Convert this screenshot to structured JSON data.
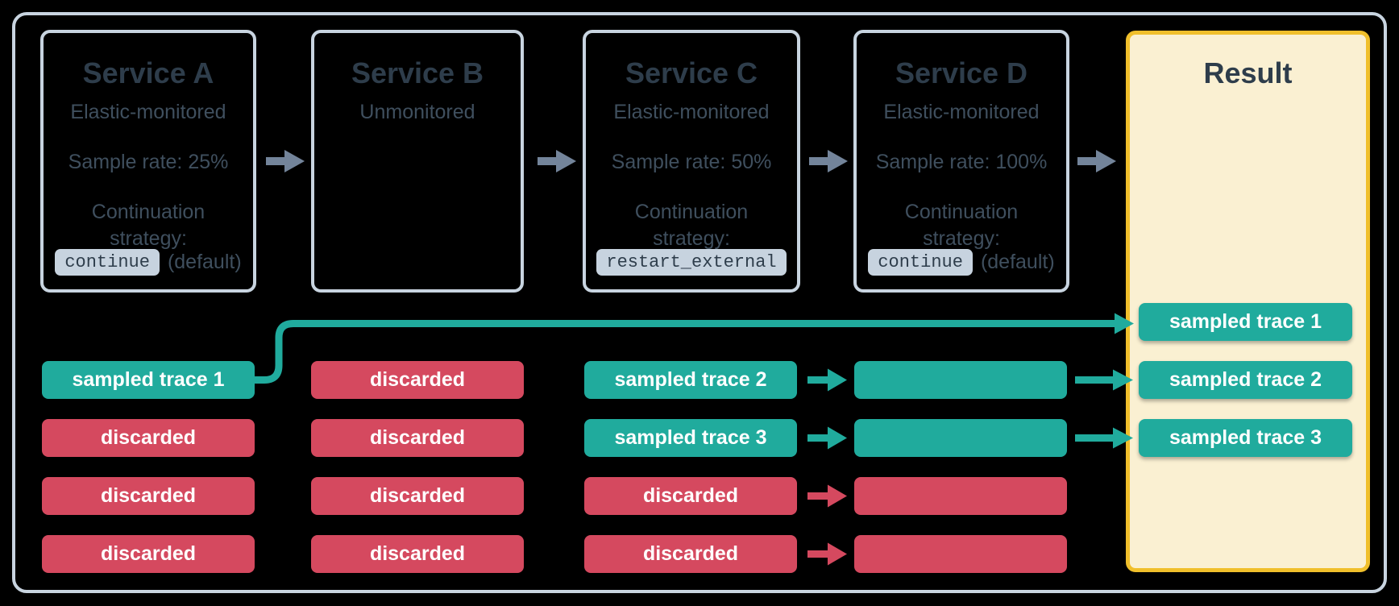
{
  "colors": {
    "background": "#000000",
    "teal": "#20AB9D",
    "red": "#D5495F",
    "slate_border": "#C8D4E0",
    "arrow_gray": "#73849A",
    "ink_dark": "#2E3D4B",
    "ink_body": "#3F4F5E",
    "chip_bg": "#C7D3DF",
    "result_bg": "#FAF0D2",
    "result_border": "#F0BF2B",
    "pill_text": "#FFFFFF"
  },
  "services": [
    {
      "title": "Service A",
      "monitoring": "Elastic-monitored",
      "sample_rate": "Sample rate: 25%",
      "continuation_line1": "Continuation",
      "continuation_line2": "strategy:",
      "strategy_chip": "continue",
      "strategy_suffix": "(default)"
    },
    {
      "title": "Service B",
      "monitoring": "Unmonitored"
    },
    {
      "title": "Service C",
      "monitoring": "Elastic-monitored",
      "sample_rate": "Sample rate: 50%",
      "continuation_line1": "Continuation",
      "continuation_line2": "strategy:",
      "strategy_chip": "restart_external"
    },
    {
      "title": "Service D",
      "monitoring": "Elastic-monitored",
      "sample_rate": "Sample rate: 100%",
      "continuation_line1": "Continuation",
      "continuation_line2": "strategy:",
      "strategy_chip": "continue",
      "strategy_suffix": "(default)"
    }
  ],
  "columns": [
    {
      "service": "Service A",
      "pills": [
        {
          "label": "sampled trace 1",
          "kind": "sampled"
        },
        {
          "label": "discarded",
          "kind": "discarded"
        },
        {
          "label": "discarded",
          "kind": "discarded"
        },
        {
          "label": "discarded",
          "kind": "discarded"
        }
      ]
    },
    {
      "service": "Service B",
      "pills": [
        {
          "label": "discarded",
          "kind": "discarded"
        },
        {
          "label": "discarded",
          "kind": "discarded"
        },
        {
          "label": "discarded",
          "kind": "discarded"
        },
        {
          "label": "discarded",
          "kind": "discarded"
        }
      ]
    },
    {
      "service": "Service C",
      "pills": [
        {
          "label": "sampled trace 2",
          "kind": "sampled"
        },
        {
          "label": "sampled trace 3",
          "kind": "sampled"
        },
        {
          "label": "discarded",
          "kind": "discarded"
        },
        {
          "label": "discarded",
          "kind": "discarded"
        }
      ]
    },
    {
      "service": "Service D",
      "pills": [
        {
          "label": "",
          "kind": "sampled"
        },
        {
          "label": "",
          "kind": "sampled"
        },
        {
          "label": "",
          "kind": "discarded"
        },
        {
          "label": "",
          "kind": "discarded"
        }
      ]
    }
  ],
  "result": {
    "title": "Result",
    "pills": [
      "sampled trace 1",
      "sampled trace 2",
      "sampled trace 3"
    ]
  },
  "flows": {
    "service_chain": [
      "Service A → Service B",
      "Service B → Service C",
      "Service C → Service D",
      "Service D → Result"
    ],
    "trace_arrows": [
      "sampled trace 1 (Service A) → Result",
      "sampled trace 2 (Service C) → Service D → Result",
      "sampled trace 3 (Service C) → Service D → Result",
      "discarded (Service C) → Service D",
      "discarded (Service C) → Service D"
    ]
  }
}
